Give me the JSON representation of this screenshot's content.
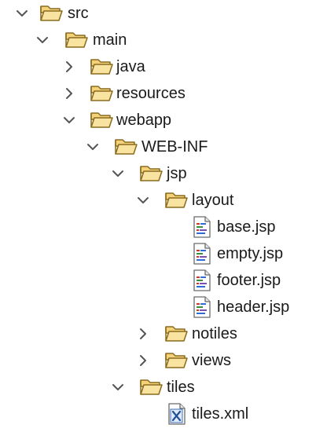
{
  "tree": {
    "nodes": [
      {
        "label": "src",
        "kind": "folder",
        "state": "expanded"
      },
      {
        "label": "main",
        "kind": "folder",
        "state": "expanded"
      },
      {
        "label": "java",
        "kind": "folder",
        "state": "collapsed"
      },
      {
        "label": "resources",
        "kind": "folder",
        "state": "collapsed"
      },
      {
        "label": "webapp",
        "kind": "folder",
        "state": "expanded"
      },
      {
        "label": "WEB-INF",
        "kind": "folder",
        "state": "expanded"
      },
      {
        "label": "jsp",
        "kind": "folder",
        "state": "expanded"
      },
      {
        "label": "layout",
        "kind": "folder",
        "state": "expanded"
      },
      {
        "label": "base.jsp",
        "kind": "jsp-file"
      },
      {
        "label": "empty.jsp",
        "kind": "jsp-file"
      },
      {
        "label": "footer.jsp",
        "kind": "jsp-file"
      },
      {
        "label": "header.jsp",
        "kind": "jsp-file"
      },
      {
        "label": "notiles",
        "kind": "folder",
        "state": "collapsed"
      },
      {
        "label": "views",
        "kind": "folder",
        "state": "collapsed"
      },
      {
        "label": "tiles",
        "kind": "folder",
        "state": "expanded"
      },
      {
        "label": "tiles.xml",
        "kind": "xml-file"
      }
    ]
  },
  "colors": {
    "folder_fill": "#f6dc8e",
    "folder_stroke": "#8a6a1e",
    "chevron": "#555555",
    "text": "#1a1a1a"
  }
}
